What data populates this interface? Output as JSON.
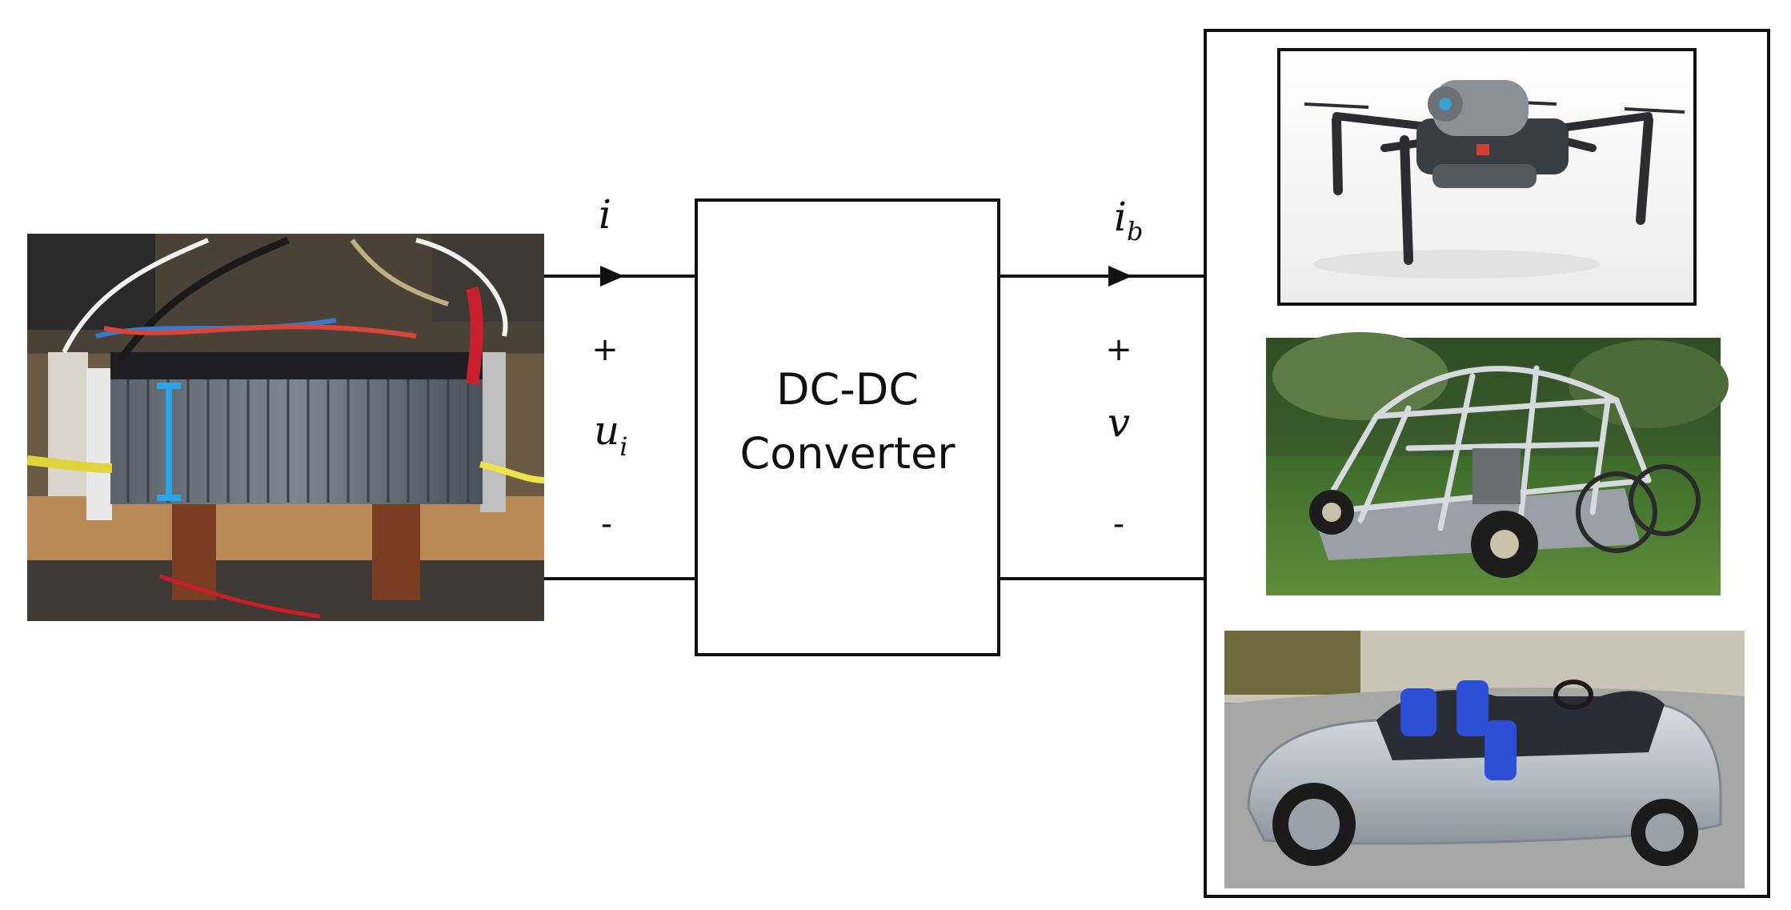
{
  "converter": {
    "line1": "DC-DC",
    "line2": "Converter"
  },
  "input_side": {
    "current_label": "i",
    "voltage_label": "u",
    "voltage_subscript": "i",
    "plus": "+",
    "minus": "-"
  },
  "output_side": {
    "current_label": "i",
    "current_subscript": "b",
    "voltage_label": "v",
    "plus": "+",
    "minus": "-"
  },
  "source": {
    "name": "fuel-cell-stack-photo"
  },
  "loads": [
    {
      "name": "drone-photo"
    },
    {
      "name": "tubular-frame-vehicle-photo"
    },
    {
      "name": "sports-car-photo"
    }
  ],
  "colors": {
    "wire": "#111111",
    "background": "#ffffff",
    "stack_measure": "#2aa6e6"
  }
}
